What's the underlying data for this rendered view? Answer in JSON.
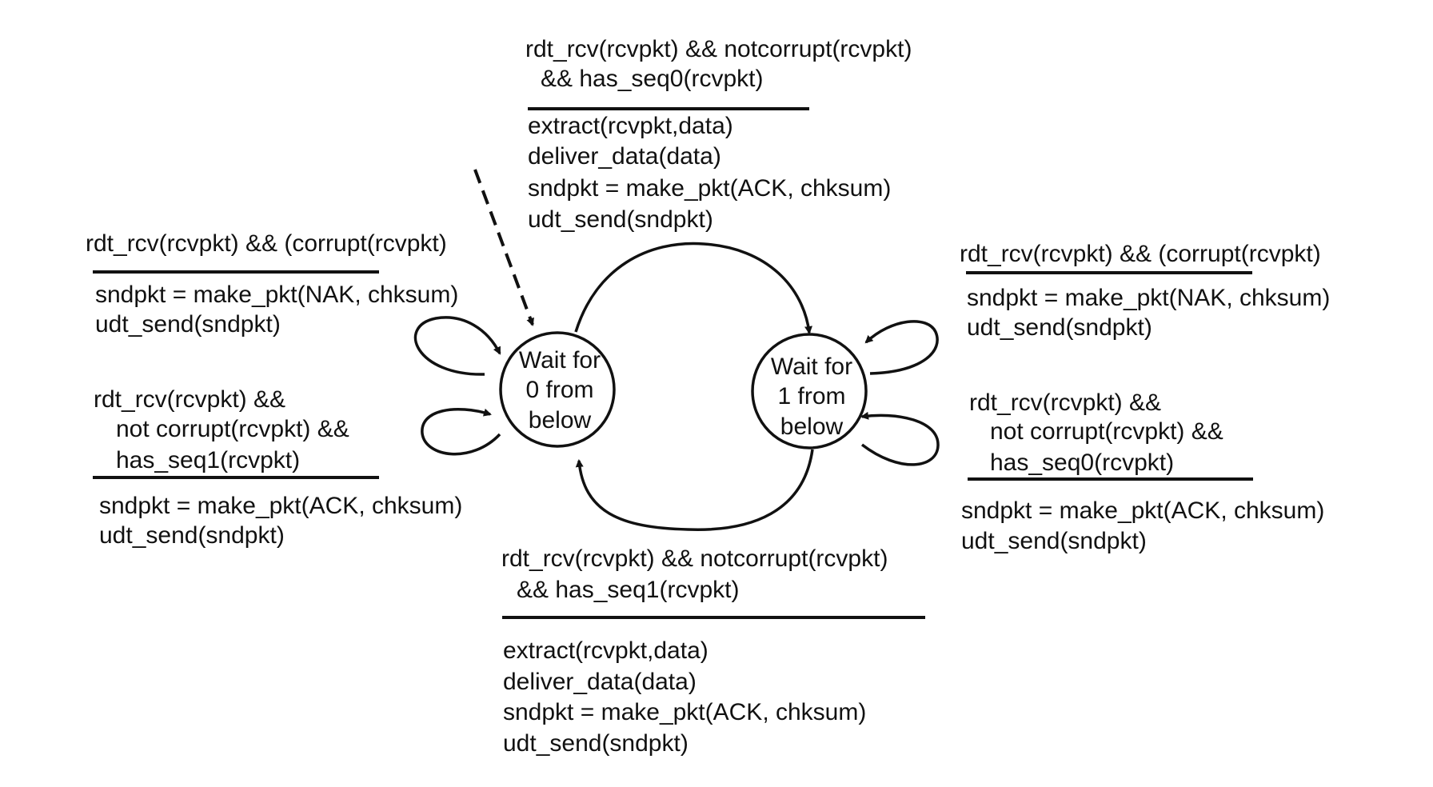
{
  "states": [
    {
      "id": "wait0",
      "lines": [
        "Wait for",
        "0 from",
        "below"
      ]
    },
    {
      "id": "wait1",
      "lines": [
        "Wait for",
        "1 from",
        "below"
      ]
    }
  ],
  "transitions": [
    {
      "id": "t-top",
      "event": [
        "rdt_rcv(rcvpkt) && notcorrupt(rcvpkt)",
        "&& has_seq0(rcvpkt)"
      ],
      "actions": [
        "extract(rcvpkt,data)",
        "deliver_data(data)",
        "sndpkt = make_pkt(ACK, chksum)",
        "udt_send(sndpkt)"
      ]
    },
    {
      "id": "t-bottom",
      "event": [
        "rdt_rcv(rcvpkt) && notcorrupt(rcvpkt)",
        "&& has_seq1(rcvpkt)"
      ],
      "actions": [
        "extract(rcvpkt,data)",
        "deliver_data(data)",
        "sndpkt = make_pkt(ACK, chksum)",
        "udt_send(sndpkt)"
      ]
    },
    {
      "id": "t-left-upper",
      "event": [
        "rdt_rcv(rcvpkt) && (corrupt(rcvpkt)"
      ],
      "actions": [
        "sndpkt = make_pkt(NAK, chksum)",
        "udt_send(sndpkt)"
      ]
    },
    {
      "id": "t-left-lower",
      "event": [
        "rdt_rcv(rcvpkt) &&",
        "not corrupt(rcvpkt) &&",
        "has_seq1(rcvpkt)"
      ],
      "actions": [
        "sndpkt = make_pkt(ACK, chksum)",
        "udt_send(sndpkt)"
      ]
    },
    {
      "id": "t-right-upper",
      "event": [
        "rdt_rcv(rcvpkt) && (corrupt(rcvpkt)"
      ],
      "actions": [
        "sndpkt = make_pkt(NAK, chksum)",
        "udt_send(sndpkt)"
      ]
    },
    {
      "id": "t-right-lower",
      "event": [
        "rdt_rcv(rcvpkt) &&",
        "not corrupt(rcvpkt) &&",
        "has_seq0(rcvpkt)"
      ],
      "actions": [
        "sndpkt = make_pkt(ACK, chksum)",
        "udt_send(sndpkt)"
      ]
    }
  ]
}
